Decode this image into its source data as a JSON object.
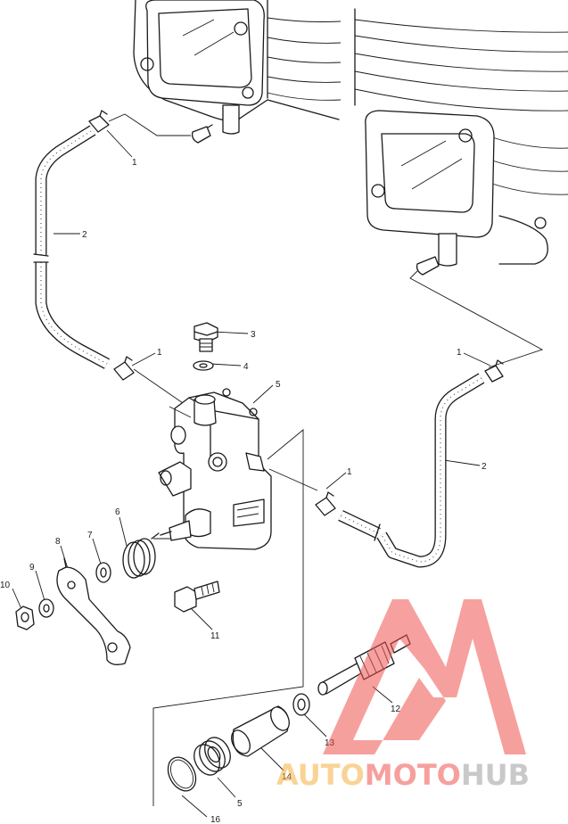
{
  "parts": [
    {
      "ref": "p1a",
      "label": "1"
    },
    {
      "ref": "p2a",
      "label": "2"
    },
    {
      "ref": "p3",
      "label": "3"
    },
    {
      "ref": "p4",
      "label": "4"
    },
    {
      "ref": "p1b",
      "label": "1"
    },
    {
      "ref": "p1c",
      "label": "1"
    },
    {
      "ref": "p5",
      "label": "5"
    },
    {
      "ref": "p2b",
      "label": "2"
    },
    {
      "ref": "p1d",
      "label": "1"
    },
    {
      "ref": "p6",
      "label": "6"
    },
    {
      "ref": "p7",
      "label": "7"
    },
    {
      "ref": "p8",
      "label": "8"
    },
    {
      "ref": "p9",
      "label": "9"
    },
    {
      "ref": "p10",
      "label": "10"
    },
    {
      "ref": "p11",
      "label": "11"
    },
    {
      "ref": "p12",
      "label": "12"
    },
    {
      "ref": "p13",
      "label": "13"
    },
    {
      "ref": "p14",
      "label": "14"
    },
    {
      "ref": "p15",
      "label": "5"
    },
    {
      "ref": "p16",
      "label": "16"
    }
  ],
  "watermark": {
    "part1": "AUTO",
    "part2": "MOTO",
    "part3": "HUB",
    "color_auto": "#f5b041",
    "color_moto": "#ef5350",
    "color_hub": "#9e9e9e",
    "logo_color": "#ef5350"
  }
}
